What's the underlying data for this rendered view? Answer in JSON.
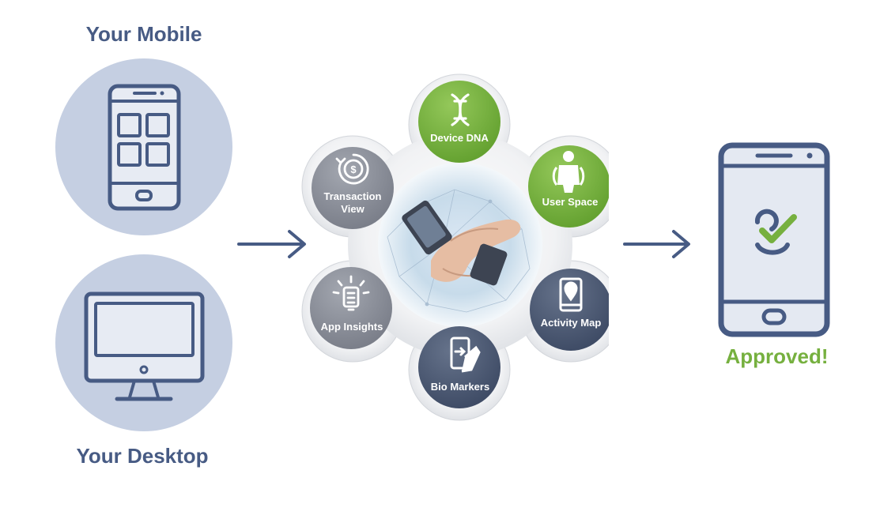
{
  "devices": {
    "mobile_label": "Your Mobile",
    "desktop_label": "Your Desktop",
    "mobile_icon": "smartphone-icon",
    "desktop_icon": "desktop-monitor-icon"
  },
  "hub": {
    "center_icon": "hands-holding-phone-image",
    "orbs": [
      {
        "label": "Device DNA",
        "icon": "dna-icon",
        "color": "#78b33f"
      },
      {
        "label": "User Space",
        "icon": "person-icon",
        "color": "#78b33f"
      },
      {
        "label": "Activity Map",
        "icon": "map-pin-phone-icon",
        "color": "#4c5b75"
      },
      {
        "label": "Bio Markers",
        "icon": "hand-phone-icon",
        "color": "#4c5b75"
      },
      {
        "label": "App Insights",
        "icon": "lightbulb-icon",
        "color": "#8a8e99"
      },
      {
        "label_line1": "Transaction",
        "label_line2": "View",
        "icon": "coin-cycle-icon",
        "color": "#8a8e99"
      }
    ]
  },
  "result": {
    "label": "Approved!",
    "icon": "check-phone-icon",
    "accent": "#76b03f",
    "primary": "#475b84"
  }
}
